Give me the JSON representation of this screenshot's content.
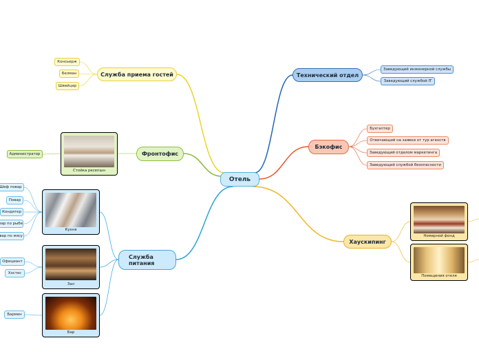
{
  "root": {
    "label": "Отель"
  },
  "branches": {
    "guest_service": {
      "label": "Служба приема гостей",
      "color": "#e6d21e",
      "items": [
        "Консьерж",
        "Белман",
        "Швейцар"
      ]
    },
    "front_office": {
      "label": "Фронтофис",
      "color": "#8abb3a",
      "image_caption": "Стойка ресепшн",
      "items": [
        "Администратор"
      ]
    },
    "food_service": {
      "label": "Служба питания",
      "color": "#2ba3d8",
      "kitchen": {
        "caption": "Кухня",
        "items": [
          "Шеф повар",
          "Повар",
          "Кондитер",
          "Повар по рыбе",
          "Повар по мясу"
        ]
      },
      "hall": {
        "caption": "Зал",
        "items": [
          "Официант",
          "Хостес"
        ]
      },
      "bar": {
        "caption": "Бар",
        "items": [
          "Бармен"
        ]
      }
    },
    "technical": {
      "label": "Технический отдел",
      "color": "#1f63b5",
      "items": [
        "Заведующий инженерной службы",
        "Заведующий службой IT"
      ]
    },
    "back_office": {
      "label": "Бэкофис",
      "color": "#e4582c",
      "items": [
        "Бухгалтер",
        "Отвечающий на заявки от тур агенств",
        "Заведующий отделом маркетинга",
        "Заведующий службой безопасности"
      ]
    },
    "housekeeping": {
      "label": "Хаускипинг",
      "color": "#f0b72a",
      "room_fund": "Номерной фонд",
      "premises": "Помещения отеля"
    }
  }
}
